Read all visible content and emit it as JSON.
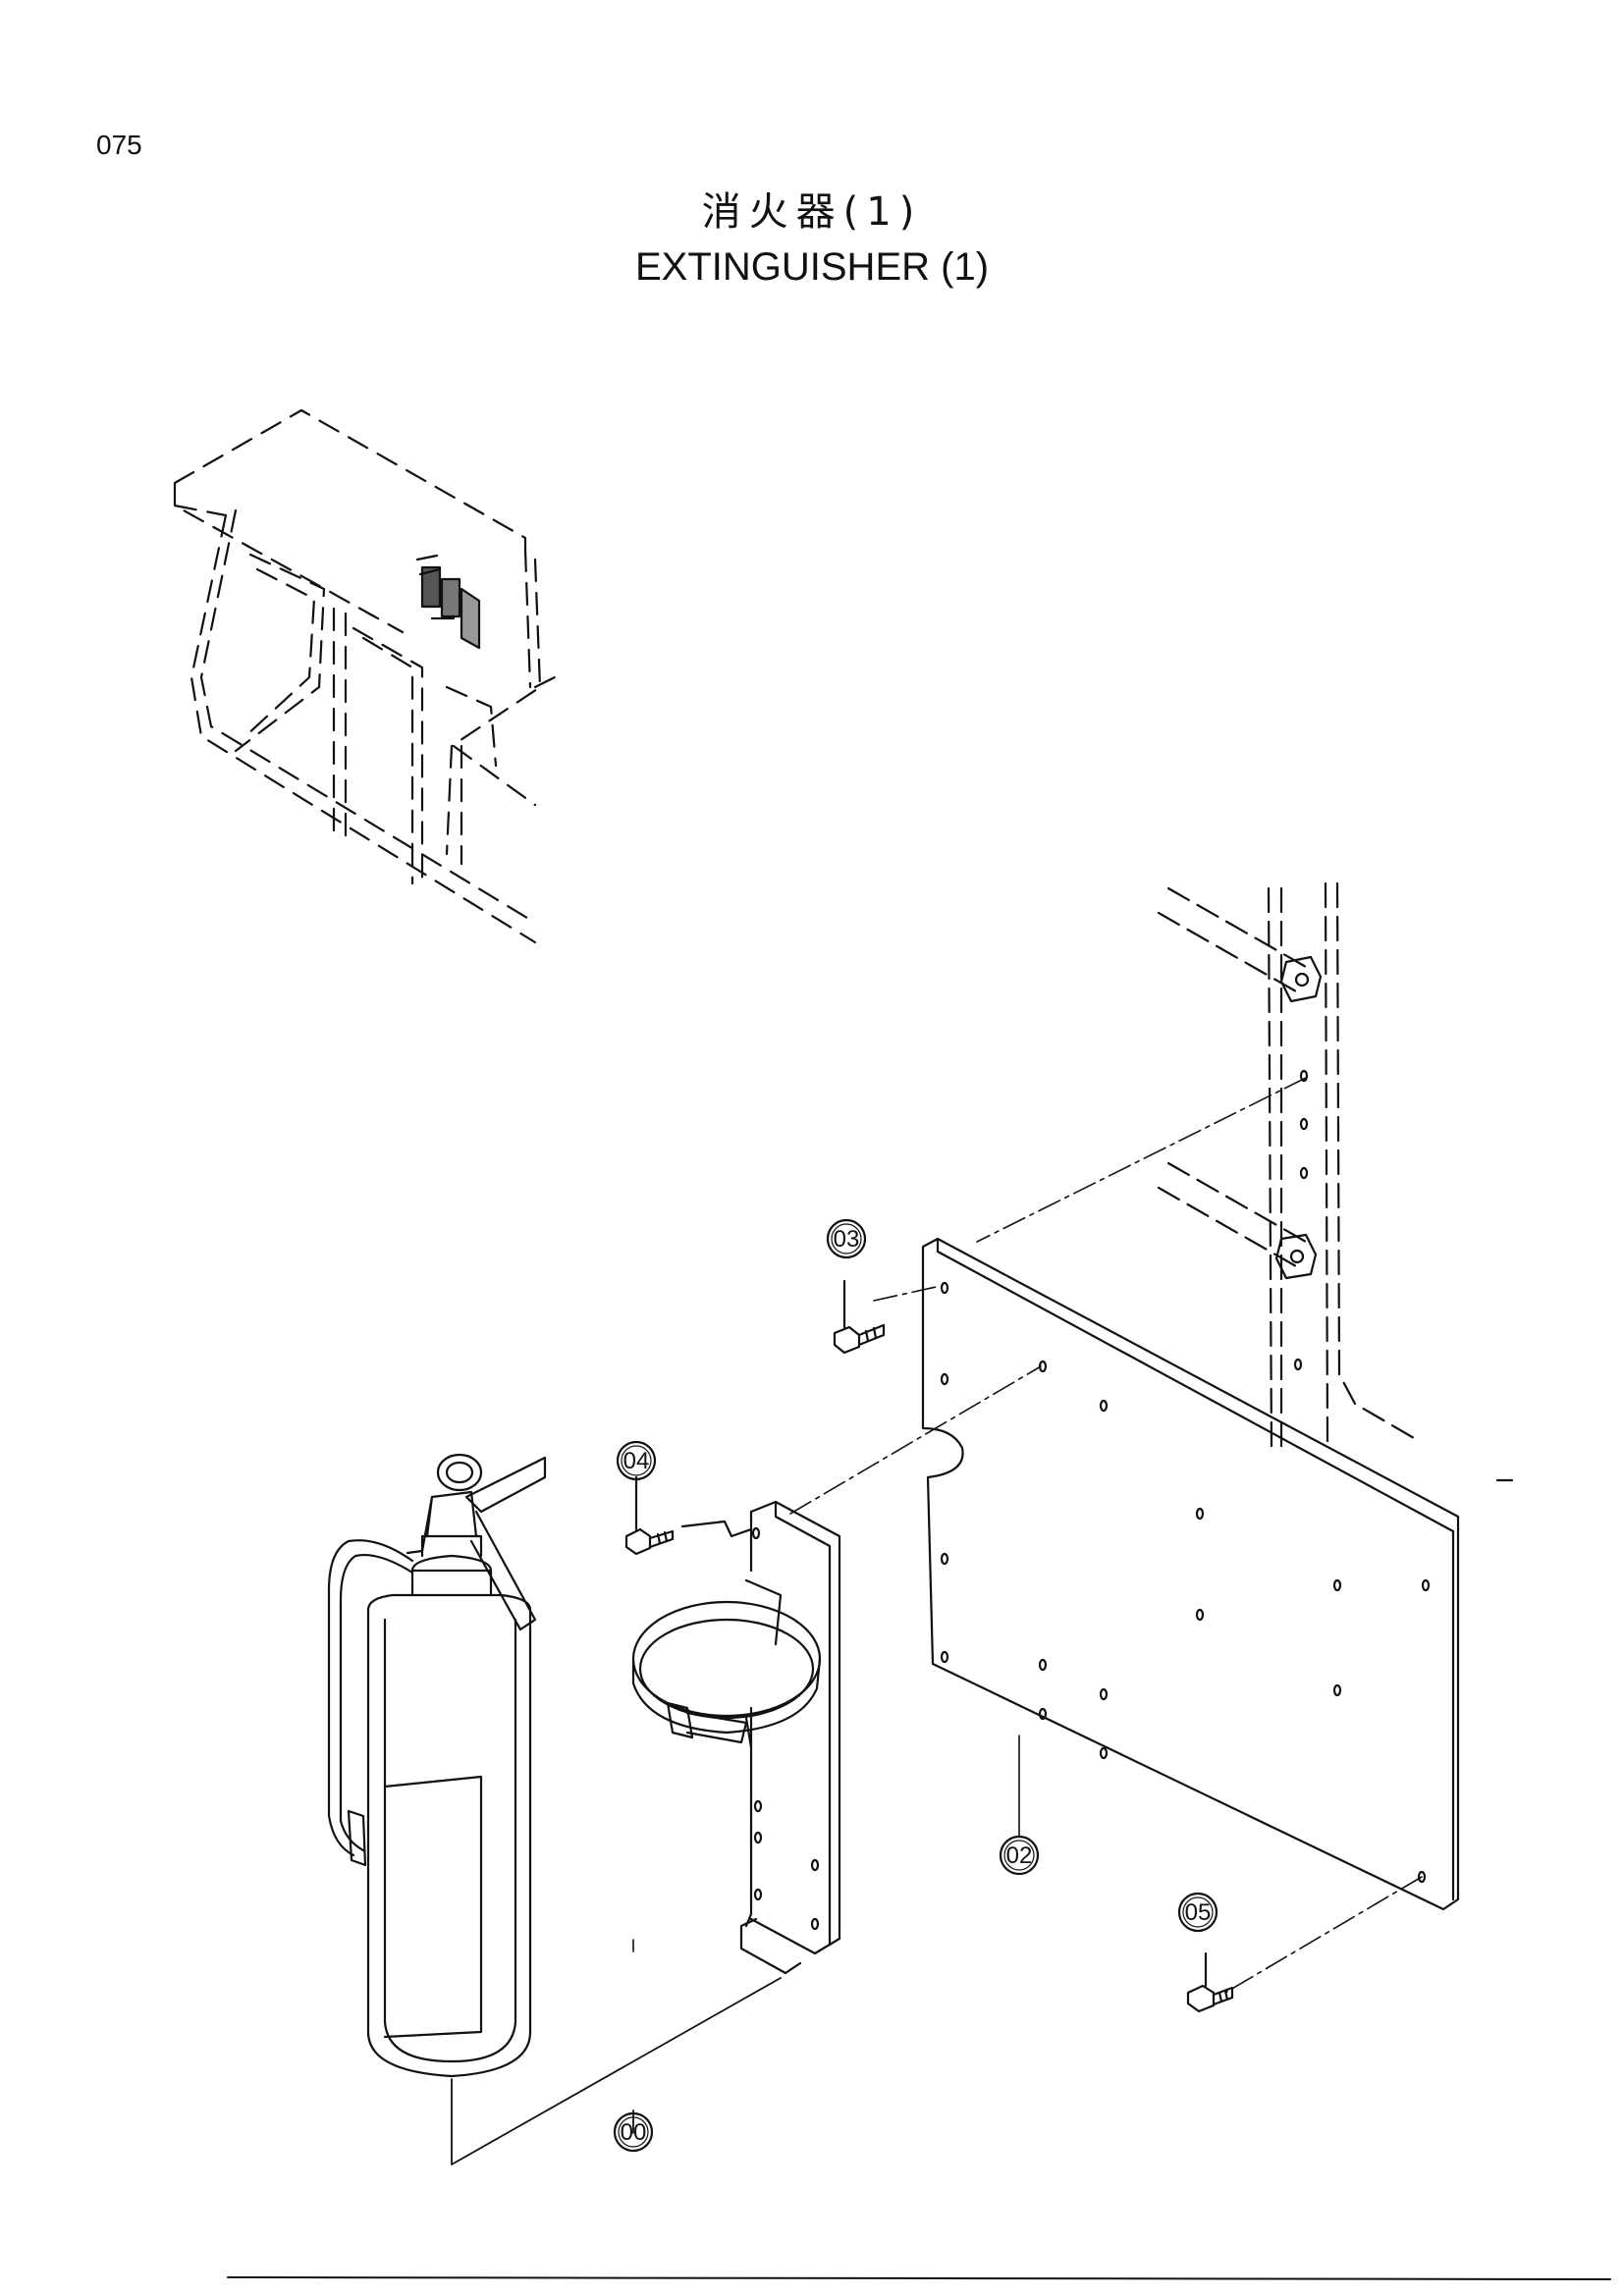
{
  "page_number": "075",
  "title": {
    "chinese": "消火器(1)",
    "english": "EXTINGUISHER (1)"
  },
  "callouts": [
    {
      "id": "callout-03",
      "label": "03"
    },
    {
      "id": "callout-04",
      "label": "04"
    },
    {
      "id": "callout-02",
      "label": "02"
    },
    {
      "id": "callout-05",
      "label": "05"
    },
    {
      "id": "callout-00",
      "label": "00"
    }
  ]
}
